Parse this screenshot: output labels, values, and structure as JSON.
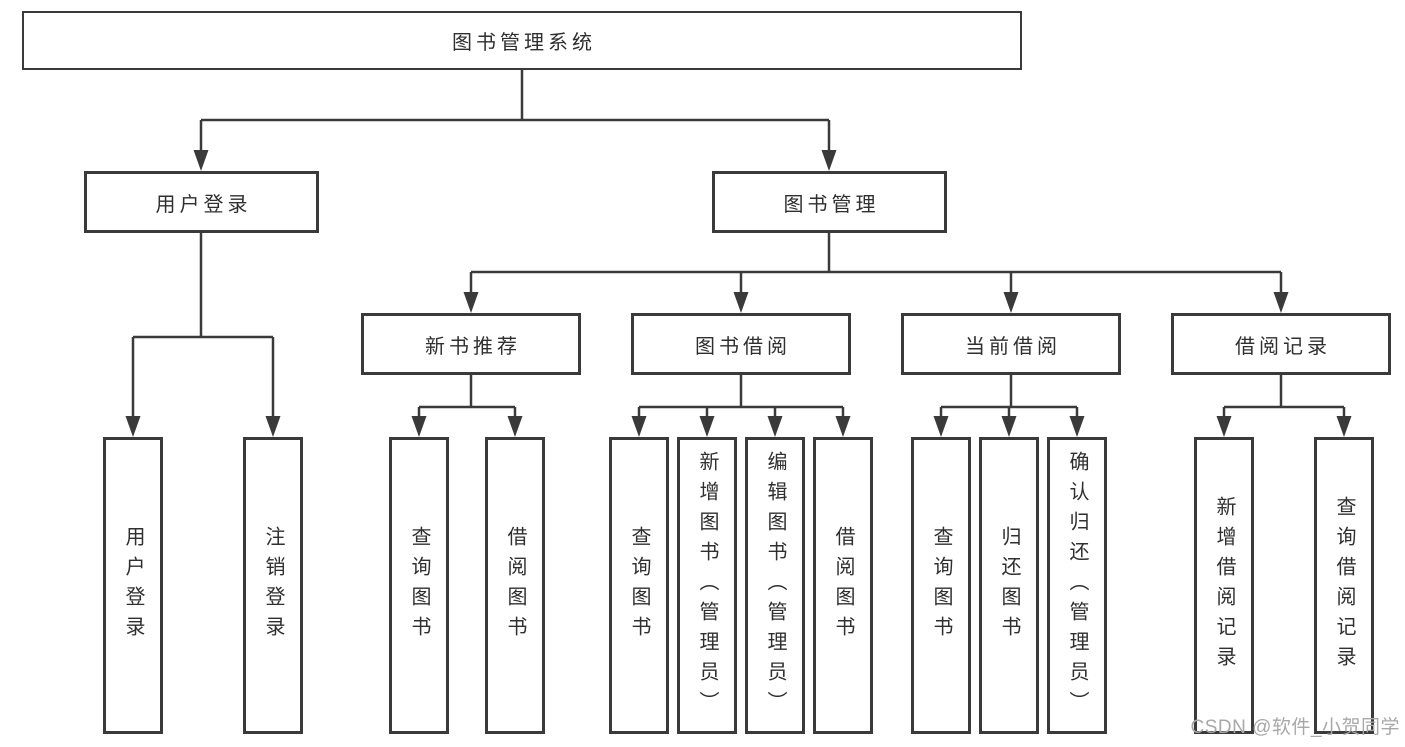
{
  "nodes": {
    "root": {
      "label": "图书管理系统"
    },
    "level2": [
      {
        "label": "用户登录"
      },
      {
        "label": "图书管理"
      }
    ],
    "level3": [
      {
        "label": "新书推荐"
      },
      {
        "label": "图书借阅"
      },
      {
        "label": "当前借阅"
      },
      {
        "label": "借阅记录"
      }
    ],
    "leaves": [
      {
        "label": "用户登录"
      },
      {
        "label": "注销登录"
      },
      {
        "label": "查询图书"
      },
      {
        "label": "借阅图书"
      },
      {
        "label": "查询图书"
      },
      {
        "label": "新增图书（管理员）"
      },
      {
        "label": "编辑图书（管理员）"
      },
      {
        "label": "借阅图书"
      },
      {
        "label": "查询图书"
      },
      {
        "label": "归还图书"
      },
      {
        "label": "确认归还（管理员）"
      },
      {
        "label": "新增借阅记录"
      },
      {
        "label": "查询借阅记录"
      }
    ]
  },
  "watermark": {
    "text": "CSDN @软件_小贺同学"
  },
  "colors": {
    "line": "#3a3a3a",
    "text": "#2f2f2f",
    "watermark": "#a8a8a8",
    "background": "#ffffff"
  }
}
